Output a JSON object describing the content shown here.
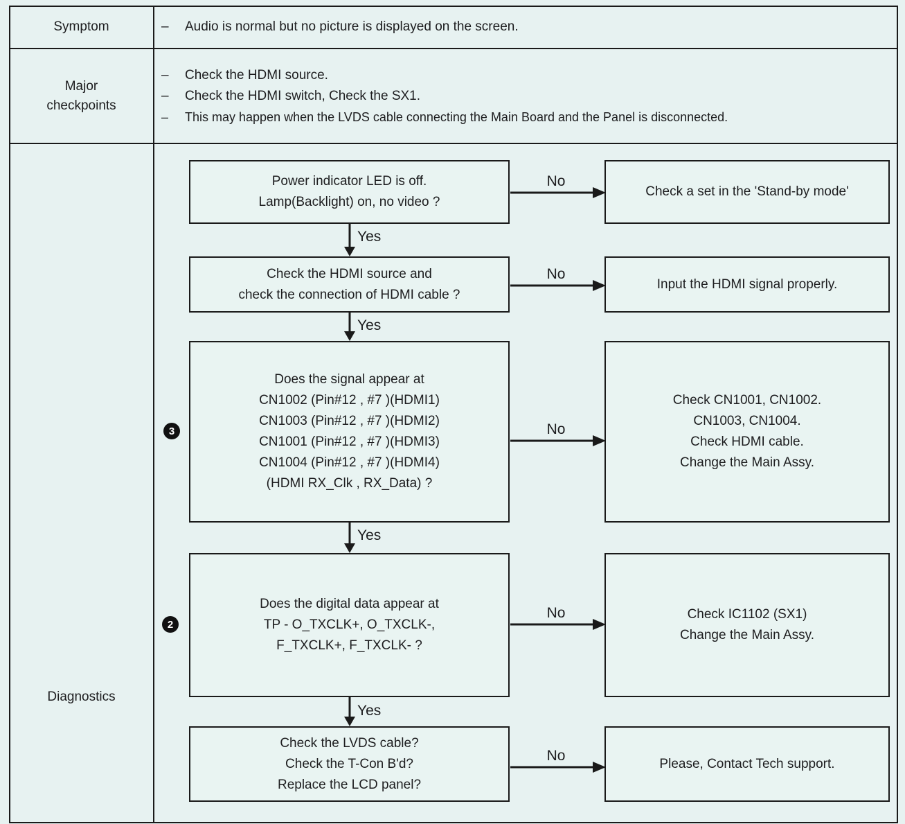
{
  "colors": {
    "background": "#e7f2f1",
    "line_color": "#1a1a1a",
    "marker_bg": "#111111",
    "marker_text": "#ffffff"
  },
  "glyphs": {
    "dash": "–"
  },
  "table": {
    "symptom": {
      "label": "Symptom",
      "items": [
        {
          "text": "Audio is normal but no picture is displayed on the screen."
        }
      ]
    },
    "checkpoints": {
      "label": "Major\ncheckpoints",
      "items": [
        {
          "text": "Check the HDMI source."
        },
        {
          "text": "Check the HDMI switch, Check the SX1."
        },
        {
          "text": "This may happen when the LVDS cable connecting the Main Board and the Panel is disconnected."
        }
      ]
    },
    "diagnostics": {
      "label": "Diagnostics"
    }
  },
  "flowchart": {
    "yes_label": "Yes",
    "no_label": "No",
    "steps": [
      {
        "question": "Power indicator LED is off.\nLamp(Backlight) on, no video ?",
        "no_action": "Check a set in the 'Stand-by mode'"
      },
      {
        "question": "Check the HDMI source and\ncheck the connection of HDMI cable ?",
        "no_action": "Input the HDMI signal properly."
      },
      {
        "marker": "3",
        "question": "Does the signal appear at\nCN1002 (Pin#12 , #7 )(HDMI1)\nCN1003 (Pin#12 , #7 )(HDMI2)\nCN1001 (Pin#12 , #7 )(HDMI3)\nCN1004 (Pin#12 , #7 )(HDMI4)\n(HDMI RX_Clk , RX_Data) ?",
        "no_action": "Check CN1001, CN1002.\nCN1003, CN1004.\nCheck HDMI cable.\nChange the Main Assy."
      },
      {
        "marker": "2",
        "question": "Does the digital data appear at\nTP - O_TXCLK+, O_TXCLK-,\nF_TXCLK+, F_TXCLK- ?",
        "no_action": "Check IC1102 (SX1)\nChange the Main Assy."
      },
      {
        "question": "Check the LVDS cable?\nCheck the T-Con B'd?\nReplace the LCD panel?",
        "no_action": "Please, Contact Tech support."
      }
    ]
  }
}
